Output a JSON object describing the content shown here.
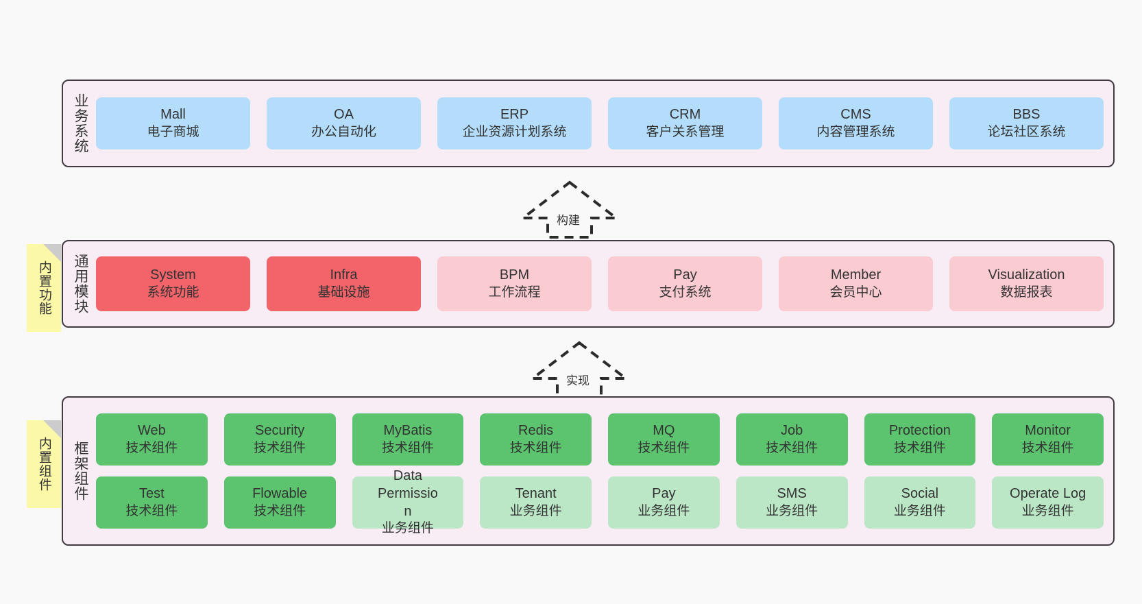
{
  "diagram": {
    "background_color": "#f9f9f9",
    "panel_color": "#f8ecf5",
    "panel_border_color": "#3f3b41",
    "note_color": "#fbf8a8",
    "note_fold_color": "#cccccc"
  },
  "layers": [
    {
      "id": "business-system",
      "label": "业务系统",
      "note": null,
      "rows": [
        {
          "cards": [
            {
              "title": "Mall",
              "subtitle": "电子商城",
              "color": "#b3ddfb",
              "style": "c-blue"
            },
            {
              "title": "OA",
              "subtitle": "办公自动化",
              "color": "#b3ddfb",
              "style": "c-blue"
            },
            {
              "title": "ERP",
              "subtitle": "企业资源计划系统",
              "color": "#b3ddfb",
              "style": "c-blue"
            },
            {
              "title": "CRM",
              "subtitle": "客户关系管理",
              "color": "#b3ddfb",
              "style": "c-blue"
            },
            {
              "title": "CMS",
              "subtitle": "内容管理系统",
              "color": "#b3ddfb",
              "style": "c-blue"
            },
            {
              "title": "BBS",
              "subtitle": "论坛社区系统",
              "color": "#b3ddfb",
              "style": "c-blue"
            }
          ]
        }
      ]
    },
    {
      "id": "common-modules",
      "label": "通用模块",
      "note": "内置功能",
      "rows": [
        {
          "cards": [
            {
              "title": "System",
              "subtitle": "系统功能",
              "color": "#f2646a",
              "style": "c-red"
            },
            {
              "title": "Infra",
              "subtitle": "基础设施",
              "color": "#f2646a",
              "style": "c-red"
            },
            {
              "title": "BPM",
              "subtitle": "工作流程",
              "color": "#fbcbd2",
              "style": "c-pink"
            },
            {
              "title": "Pay",
              "subtitle": "支付系统",
              "color": "#fbcbd2",
              "style": "c-pink"
            },
            {
              "title": "Member",
              "subtitle": "会员中心",
              "color": "#fbcbd2",
              "style": "c-pink"
            },
            {
              "title": "Visualization",
              "subtitle": "数据报表",
              "color": "#fbcbd2",
              "style": "c-pink"
            }
          ]
        }
      ]
    },
    {
      "id": "framework-components",
      "label": "框架组件",
      "note": "内置组件",
      "rows": [
        {
          "cards": [
            {
              "title": "Web",
              "subtitle": "技术组件",
              "color": "#5cc46e",
              "style": "c-green"
            },
            {
              "title": "Security",
              "subtitle": "技术组件",
              "color": "#5cc46e",
              "style": "c-green"
            },
            {
              "title": "MyBatis",
              "subtitle": "技术组件",
              "color": "#5cc46e",
              "style": "c-green"
            },
            {
              "title": "Redis",
              "subtitle": "技术组件",
              "color": "#5cc46e",
              "style": "c-green"
            },
            {
              "title": "MQ",
              "subtitle": "技术组件",
              "color": "#5cc46e",
              "style": "c-green"
            },
            {
              "title": "Job",
              "subtitle": "技术组件",
              "color": "#5cc46e",
              "style": "c-green"
            },
            {
              "title": "Protection",
              "subtitle": "技术组件",
              "color": "#5cc46e",
              "style": "c-green"
            },
            {
              "title": "Monitor",
              "subtitle": "技术组件",
              "color": "#5cc46e",
              "style": "c-green"
            }
          ]
        },
        {
          "cards": [
            {
              "title": "Test",
              "subtitle": "技术组件",
              "color": "#5cc46e",
              "style": "c-green"
            },
            {
              "title": "Flowable",
              "subtitle": "技术组件",
              "color": "#5cc46e",
              "style": "c-green"
            },
            {
              "title": "Data Permission",
              "subtitle": "业务组件",
              "color": "#bce7c7",
              "style": "c-lightgreen"
            },
            {
              "title": "Tenant",
              "subtitle": "业务组件",
              "color": "#bce7c7",
              "style": "c-lightgreen"
            },
            {
              "title": "Pay",
              "subtitle": "业务组件",
              "color": "#bce7c7",
              "style": "c-lightgreen"
            },
            {
              "title": "SMS",
              "subtitle": "业务组件",
              "color": "#bce7c7",
              "style": "c-lightgreen"
            },
            {
              "title": "Social",
              "subtitle": "业务组件",
              "color": "#bce7c7",
              "style": "c-lightgreen"
            },
            {
              "title": "Operate Log",
              "subtitle": "业务组件",
              "color": "#bce7c7",
              "style": "c-lightgreen"
            }
          ]
        }
      ]
    }
  ],
  "connectors": [
    {
      "id": "build-arrow",
      "label": "构建",
      "direction": "up"
    },
    {
      "id": "implement-arrow",
      "label": "实现",
      "direction": "up"
    }
  ]
}
